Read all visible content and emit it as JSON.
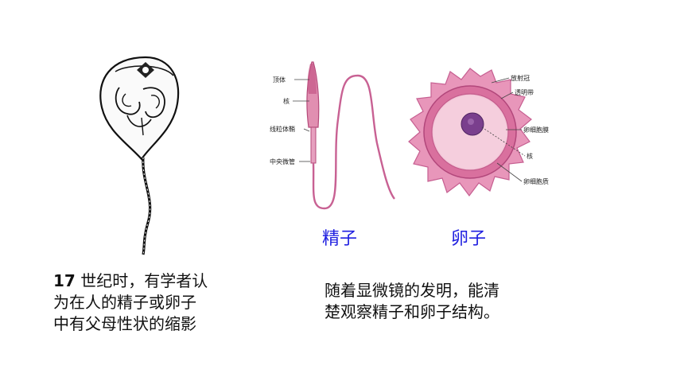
{
  "left_caption": {
    "line1_num": "17",
    "line1_rest": " 世纪时，有学者认",
    "line2": "为在人的精子或卵子",
    "line3": "中有父母性状的缩影"
  },
  "right_caption": {
    "line1": "随着显微镜的发明，能清",
    "line2": "楚观察精子和卵子结构。"
  },
  "sperm": {
    "title": "精子",
    "labels": [
      "顶体",
      "核",
      "线粒体鞘",
      "中央微管"
    ]
  },
  "egg": {
    "title": "卵子",
    "labels": [
      "放射冠",
      "透明带",
      "卵细胞膜",
      "核",
      "卵细胞质"
    ]
  },
  "colors": {
    "label_blue": "#1f1fe0",
    "pink": "#d4608f",
    "pink_light": "#f1b9cf"
  }
}
